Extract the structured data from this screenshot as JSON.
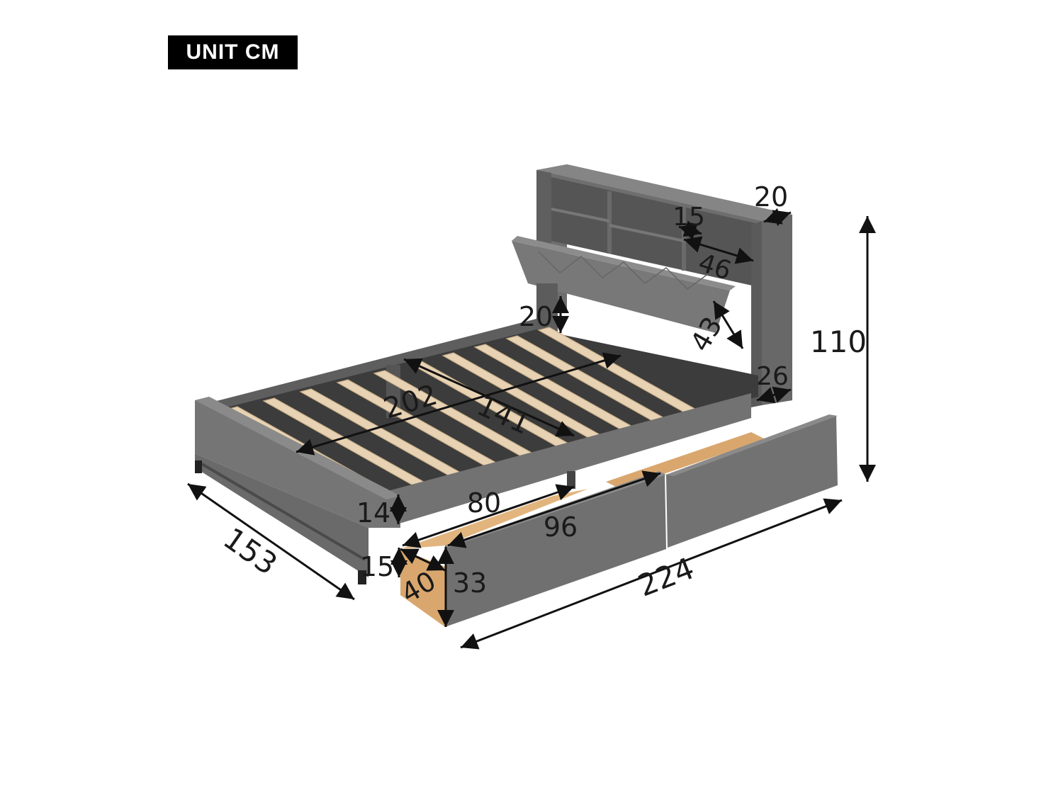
{
  "unit_label": "UNIT CM",
  "colors": {
    "fabric": "#6e6e6e",
    "fabric_dark": "#4f4f4f",
    "fabric_light": "#858585",
    "interior": "#5a5a5a",
    "slat": "#e7d2b4",
    "slat_edge": "#c9ae87",
    "drawer_wood": "#d9a76e",
    "arrow": "#111111"
  },
  "dimensions": {
    "bed_length": "224",
    "bed_width": "153",
    "bed_height": "110",
    "inner_length": "202",
    "inner_width": "141",
    "shelf_width": "46",
    "shelf_height": "15",
    "headboard_depth": "20",
    "side_panel_depth": "26",
    "flap_height": "43",
    "leg_height": "20",
    "rail_height": "14",
    "drawer_front_width": "96",
    "drawer_inner_width": "80",
    "drawer_depth": "40",
    "drawer_height": "33",
    "drawer_inner_height": "15"
  }
}
